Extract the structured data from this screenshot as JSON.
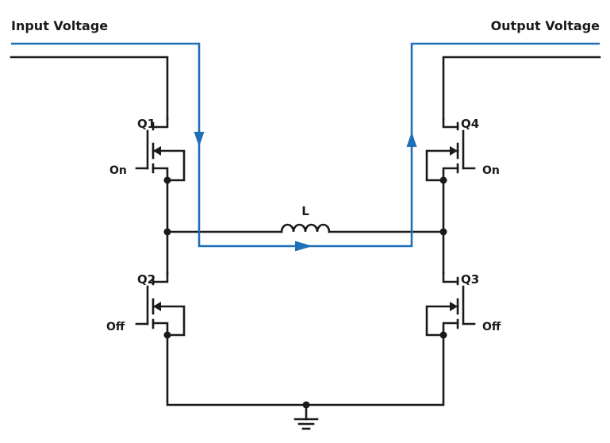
{
  "labels": {
    "input_voltage": "Input Voltage",
    "output_voltage": "Output Voltage",
    "inductor": "L"
  },
  "transistors": [
    {
      "name": "Q1",
      "state": "On"
    },
    {
      "name": "Q2",
      "state": "Off"
    },
    {
      "name": "Q3",
      "state": "Off"
    },
    {
      "name": "Q4",
      "state": "On"
    }
  ],
  "colors": {
    "wire": "#1a1a1a",
    "current_path": "#1f6fb8"
  }
}
